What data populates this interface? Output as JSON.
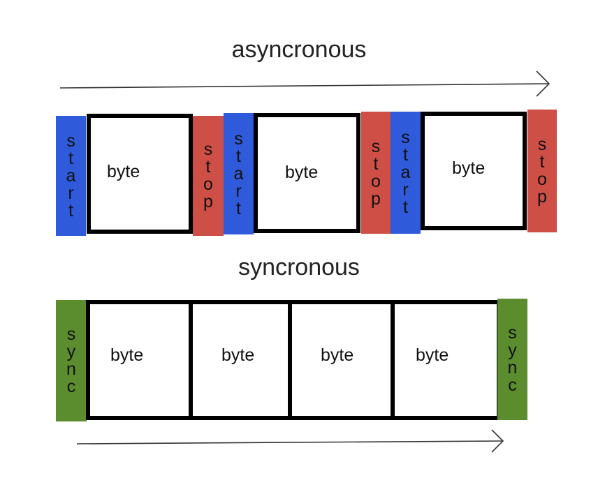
{
  "diagram": {
    "async_title": "asyncronous",
    "sync_title": "syncronous",
    "byte_label": "byte",
    "start_label": "start",
    "stop_label": "stop",
    "sync_label": "sync"
  },
  "colors": {
    "start": "#2f5ad9",
    "stop": "#cd4f45",
    "sync": "#5b8c2e",
    "box_border": "#000000",
    "arrow": "#333333"
  }
}
